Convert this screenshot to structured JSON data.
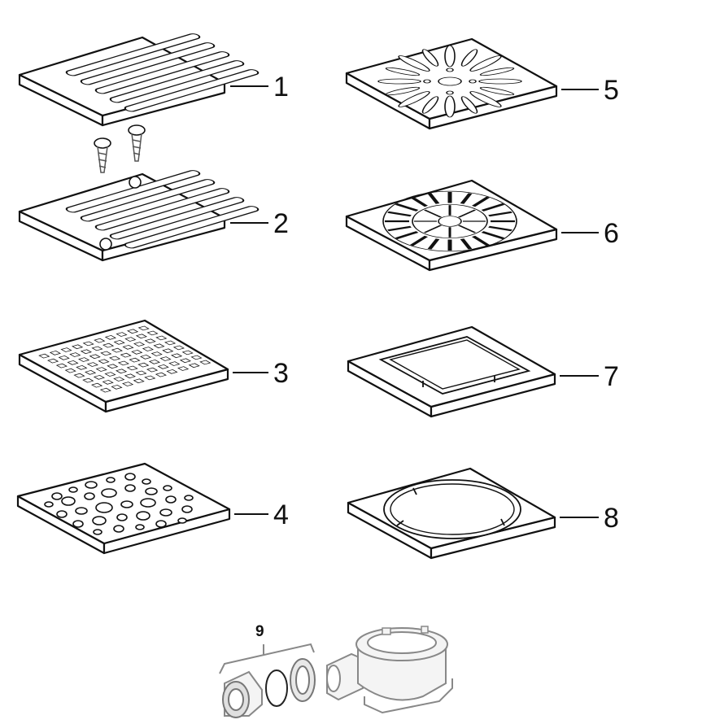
{
  "parts": [
    {
      "number": "1",
      "pattern": "slotted-grate"
    },
    {
      "number": "2",
      "pattern": "slotted-grate-with-screws"
    },
    {
      "number": "3",
      "pattern": "square-grid-grate"
    },
    {
      "number": "4",
      "pattern": "circle-perforated-grate"
    },
    {
      "number": "5",
      "pattern": "radial-petal-grate"
    },
    {
      "number": "6",
      "pattern": "radial-spoke-grate"
    },
    {
      "number": "7",
      "pattern": "square-frame"
    },
    {
      "number": "8",
      "pattern": "round-frame"
    }
  ],
  "assembly": {
    "number": "9",
    "pattern": "drain-body-with-nut-and-gaskets"
  },
  "colors": {
    "line": "#111111",
    "faint": "#888888",
    "background": "#ffffff"
  }
}
